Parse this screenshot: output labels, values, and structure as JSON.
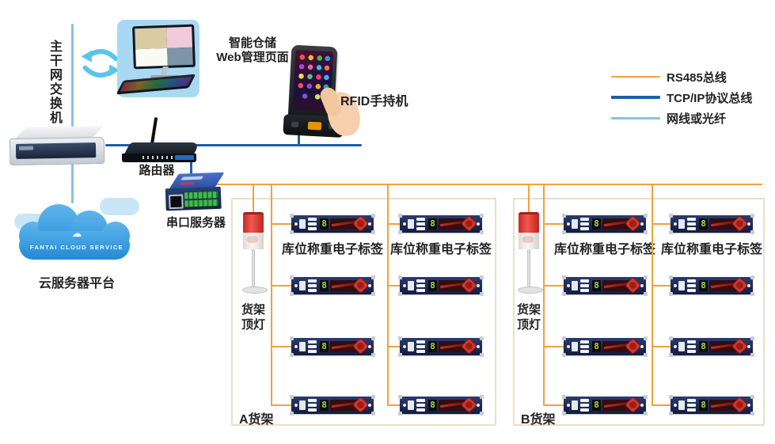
{
  "legend": {
    "items": [
      {
        "label": "RS485总线",
        "color": "#F0A23C"
      },
      {
        "label": "TCP/IP协议总线",
        "color": "#1D5FA6"
      },
      {
        "label": "网线或光纤",
        "color": "#85C4EA"
      }
    ]
  },
  "nodes": {
    "backbone_switch_label": "主干网交换机",
    "web_page_label_line1": "智能仓储",
    "web_page_label_line2": "Web管理页面",
    "rfid_label": "RFID手持机",
    "router_label": "路由器",
    "serial_server_label": "串口服务器",
    "cloud_brand": "FANTAI CLOUD SERVICE",
    "cloud_icon": "cloud-glyph",
    "cloud_label": "云服务器平台"
  },
  "shelves": {
    "tag_label": "库位称重电子标签",
    "light_label_line1": "货架",
    "light_label_line2": "顶灯",
    "tag_display_value": "8",
    "rows_per_column": 4,
    "columns_per_group": 2,
    "groups": [
      {
        "name": "A货架"
      },
      {
        "name": "B货架"
      }
    ]
  }
}
